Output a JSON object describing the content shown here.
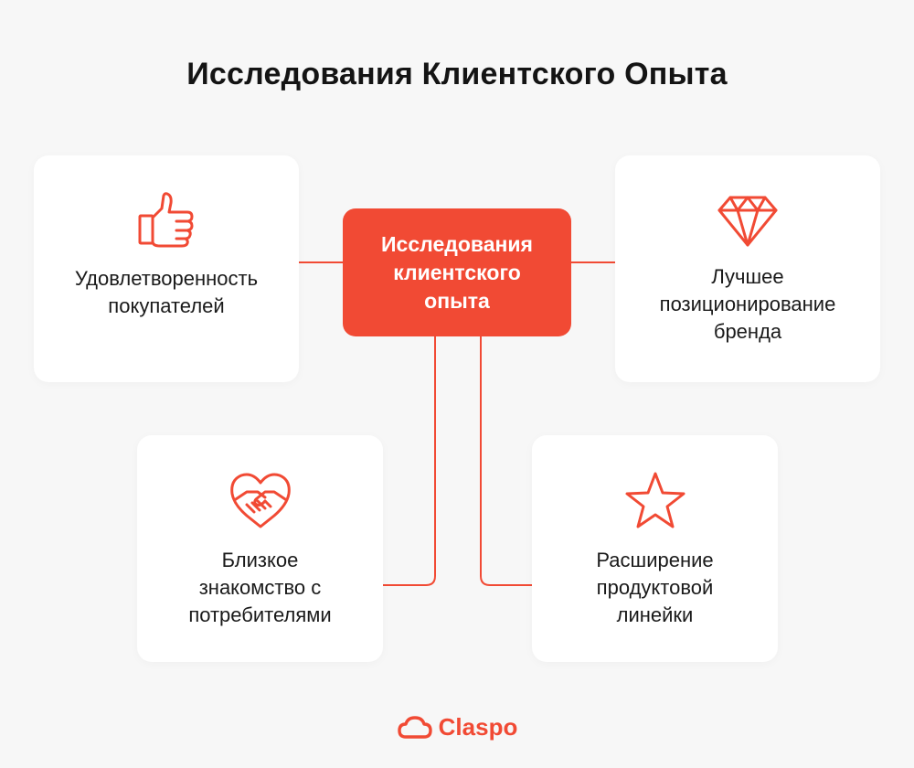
{
  "title": "Исследования Клиентского Опыта",
  "center": {
    "label": "Исследования\nклиентского\nопыта"
  },
  "cards": {
    "satisfaction": {
      "label": "Удовлетворенность\nпокупателей",
      "icon": "thumbs-up-icon"
    },
    "brand": {
      "label": "Лучшее\nпозиционирование\nбренда",
      "icon": "diamond-icon"
    },
    "familiarity": {
      "label": "Близкое\nзнакомство с\nпотребителями",
      "icon": "handshake-heart-icon"
    },
    "product": {
      "label": "Расширение\nпродуктовой\nлинейки",
      "icon": "star-icon"
    }
  },
  "logo": {
    "text": "Claspo",
    "icon": "cloud-icon"
  },
  "colors": {
    "accent": "#f14a34",
    "background": "#f7f7f7",
    "card": "#ffffff",
    "text": "#141414"
  }
}
